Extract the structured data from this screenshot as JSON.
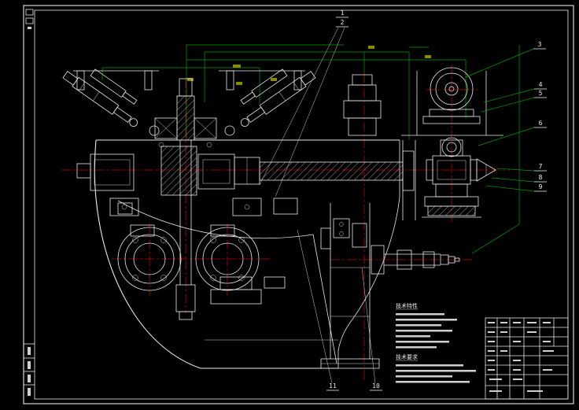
{
  "meta": {
    "kind": "cad-assembly-drawing",
    "background": "#000000"
  },
  "colors": {
    "geometry": "#e8e8e8",
    "dimension": "#00a000",
    "centerline": "#c00000",
    "dimension_text": "#8a8a00"
  },
  "callouts": [
    {
      "label": "1"
    },
    {
      "label": "2"
    },
    {
      "label": "3"
    },
    {
      "label": "4"
    },
    {
      "label": "5"
    },
    {
      "label": "6"
    },
    {
      "label": "7"
    },
    {
      "label": "8"
    },
    {
      "label": "9"
    },
    {
      "label": "10"
    },
    {
      "label": "11"
    }
  ],
  "notes": {
    "characteristics_title": "技术特性",
    "requirements_title": "技术要求"
  }
}
